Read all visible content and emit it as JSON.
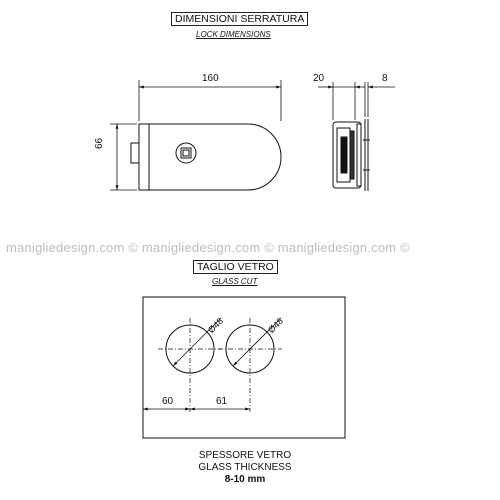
{
  "lock": {
    "title": "DIMENSIONI SERRATURA",
    "subtitle": "LOCK DIMENSIONS",
    "dim_width": "160",
    "dim_height": "66",
    "dim_depth": "20",
    "dim_side": "8"
  },
  "watermark": "maniglie­design.com © maniglie­design.com © maniglie­design.com ©",
  "glass": {
    "title": "TAGLIO VETRO",
    "subtitle": "GLASS CUT",
    "hole1_dia": "Ø48",
    "hole2_dia": "Ø48",
    "dim_left": "60",
    "dim_between": "61",
    "thickness_it": "SPESSORE VETRO",
    "thickness_en": "GLASS THICKNESS",
    "thickness_value": "8-10 mm"
  }
}
